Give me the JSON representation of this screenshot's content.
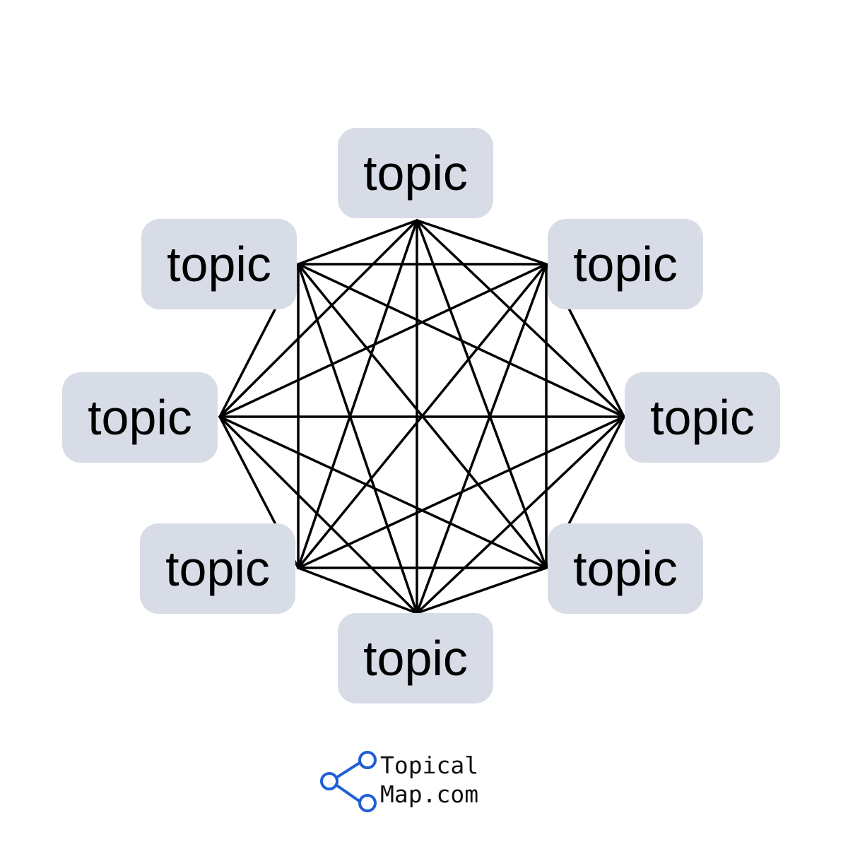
{
  "diagram": {
    "type": "complete-graph",
    "nodes": [
      {
        "id": "node-top",
        "label": "topic"
      },
      {
        "id": "node-top-right",
        "label": "topic"
      },
      {
        "id": "node-right",
        "label": "topic"
      },
      {
        "id": "node-bottom-right",
        "label": "topic"
      },
      {
        "id": "node-bottom",
        "label": "topic"
      },
      {
        "id": "node-bottom-left",
        "label": "topic"
      },
      {
        "id": "node-left",
        "label": "topic"
      },
      {
        "id": "node-top-left",
        "label": "topic"
      }
    ],
    "edges": "all-pairs",
    "box_color": "#d8dce6",
    "edge_color": "#000000"
  },
  "logo": {
    "line1": "Topical",
    "line2": "Map.com",
    "icon": "share-network-icon",
    "icon_color": "#1f5fd6"
  }
}
